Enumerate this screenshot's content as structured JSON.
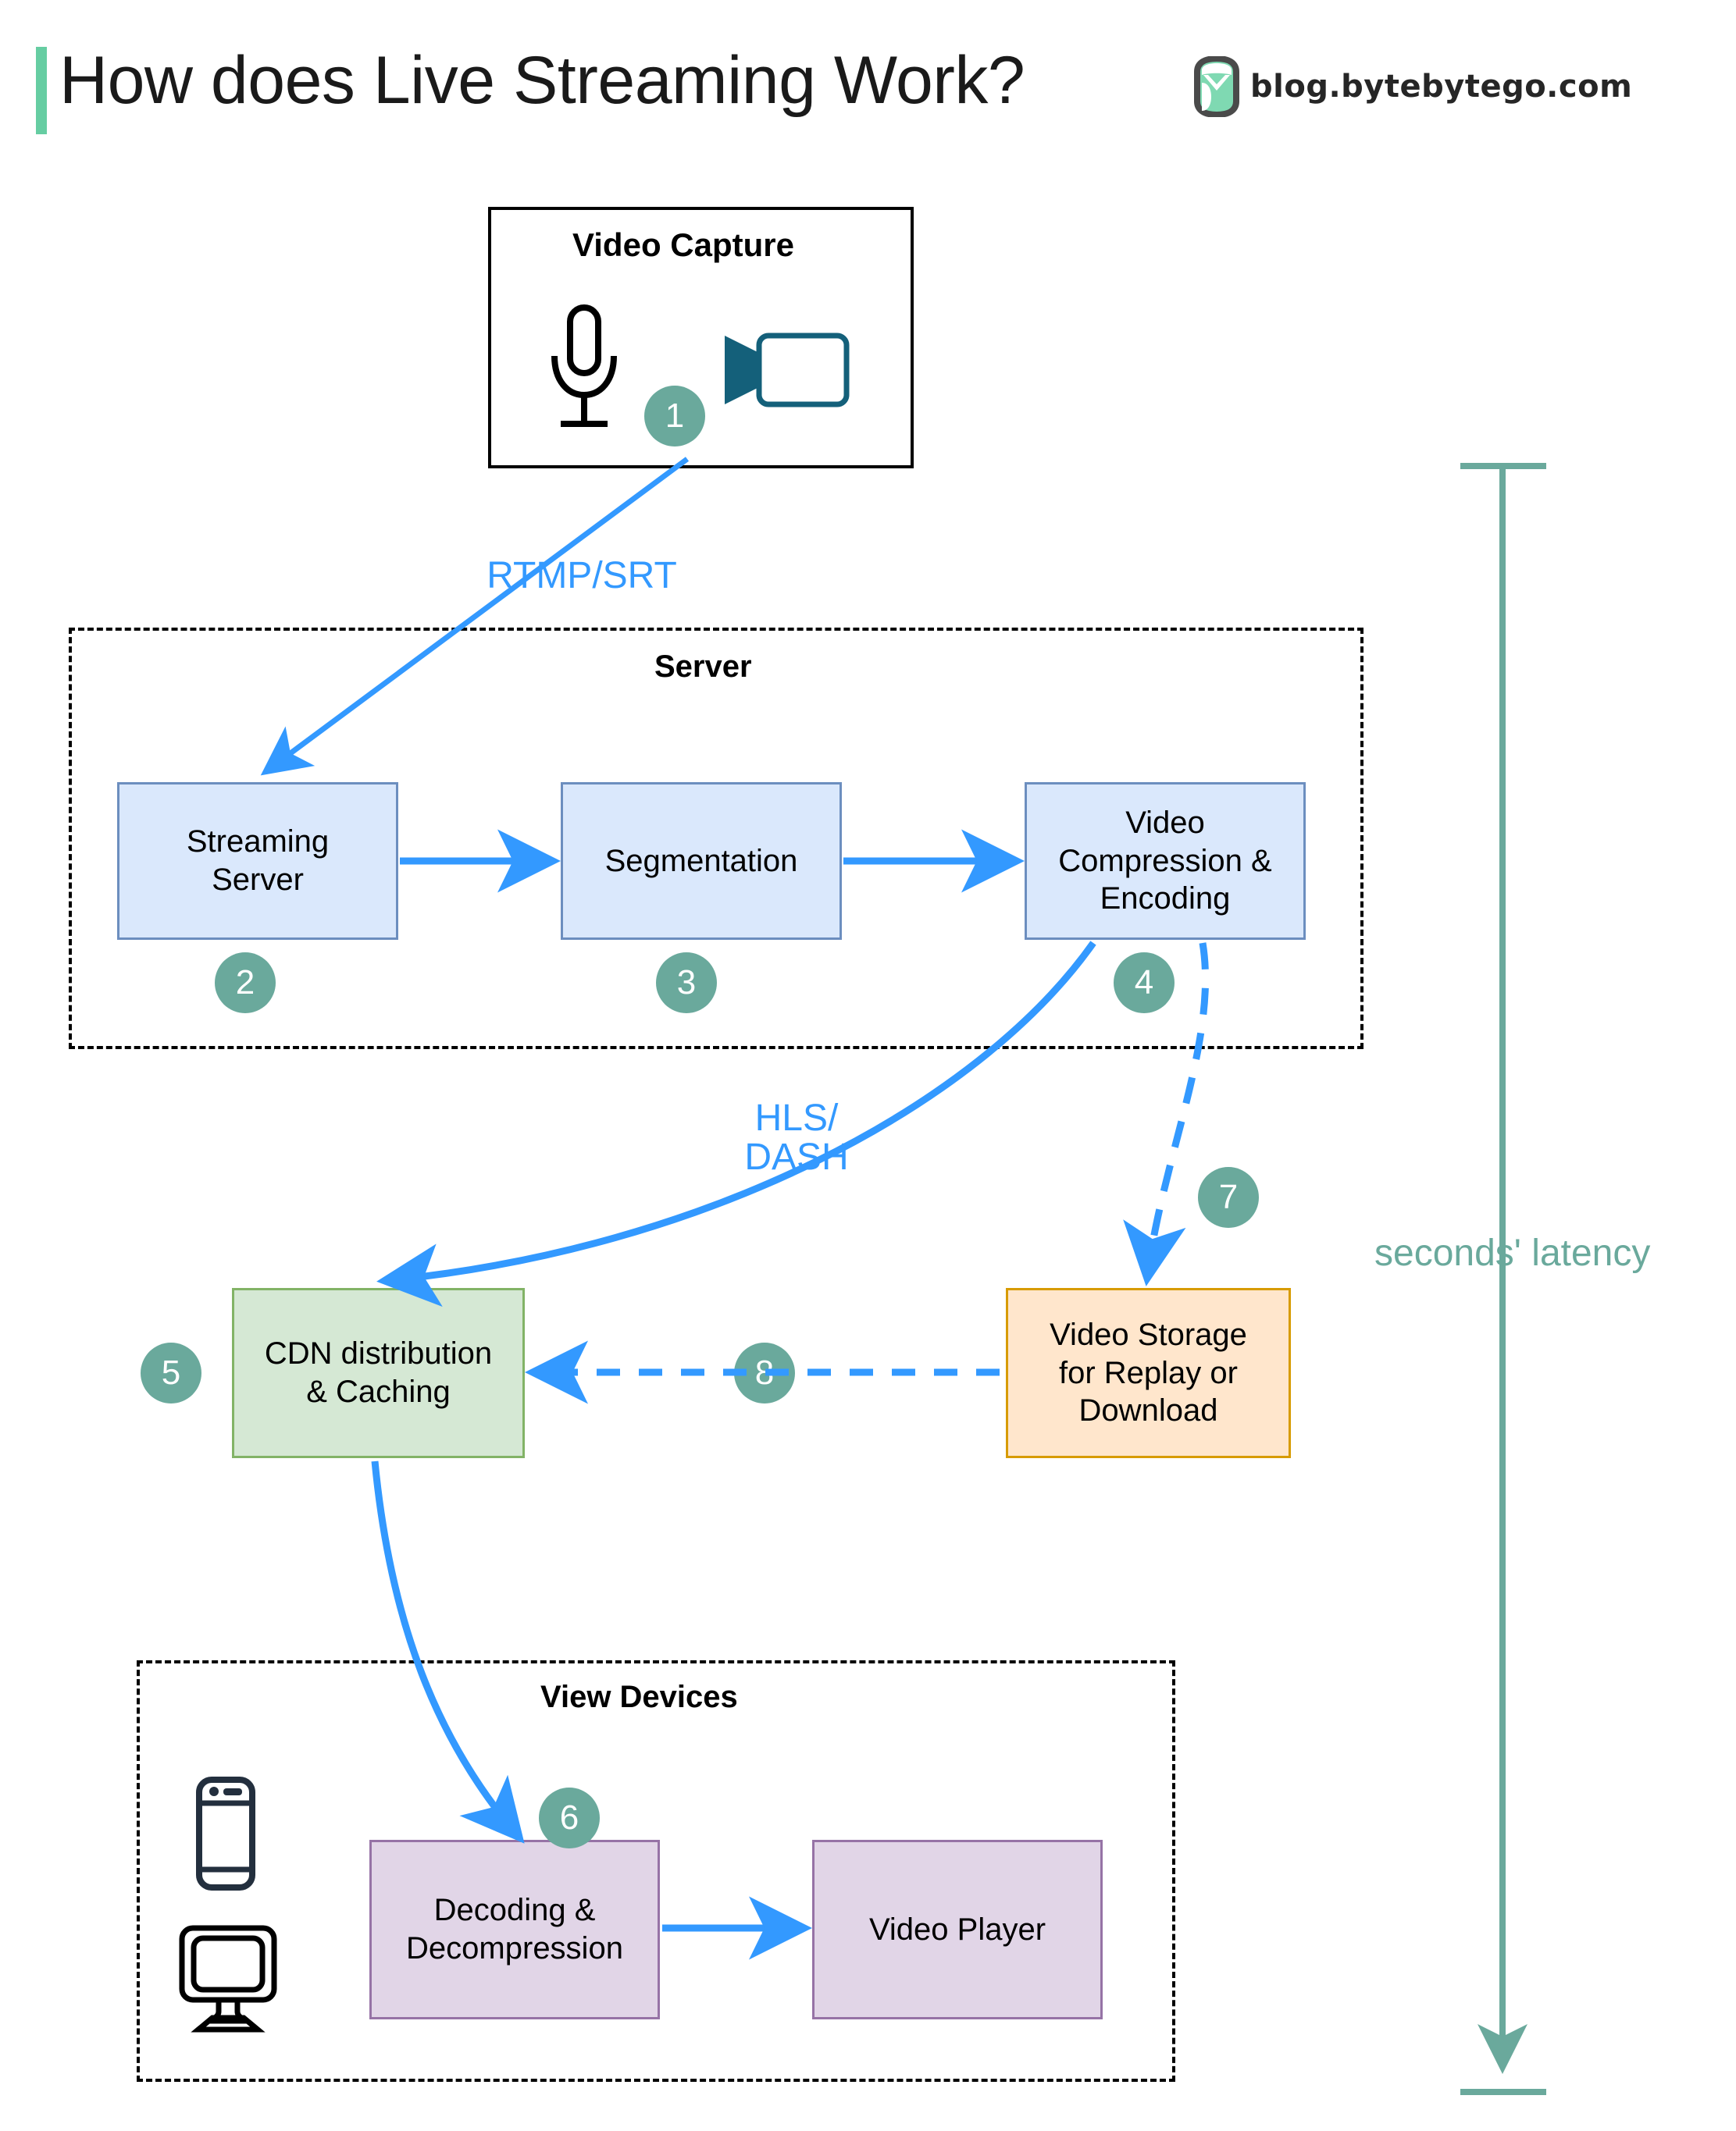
{
  "header": {
    "title": "How does Live Streaming Work?",
    "brand_text": "blog.bytebytego.com",
    "brand_logo_icon": "bytebytego-logo-icon",
    "accent_color": "#66cda2"
  },
  "colors": {
    "badge": "#6aa99c",
    "arrow_blue": "#3399ff",
    "blue_fill": "#dae8fc",
    "blue_stroke": "#6c8ebf",
    "green_fill": "#d5e8d4",
    "green_stroke": "#82b366",
    "orange_fill": "#ffe6cc",
    "orange_stroke": "#d79b00",
    "purple_fill": "#e1d5e7",
    "purple_stroke": "#9673a6",
    "latency_teal": "#6aa99c"
  },
  "capture": {
    "title": "Video Capture",
    "mic_icon": "microphone-icon",
    "camera_icon": "video-camera-icon",
    "badge": "1"
  },
  "server": {
    "title": "Server",
    "nodes": [
      {
        "label": "Streaming\nServer",
        "badge": "2"
      },
      {
        "label": "Segmentation",
        "badge": "3"
      },
      {
        "label": "Video\nCompression &\nEncoding",
        "badge": "4"
      }
    ]
  },
  "cdn": {
    "label": "CDN distribution\n& Caching",
    "badge": "5"
  },
  "storage": {
    "label": "Video Storage\nfor Replay or\nDownload",
    "badge": "7"
  },
  "storage_to_cdn": {
    "badge": "8"
  },
  "view_devices": {
    "title": "View Devices",
    "phone_icon": "mobile-phone-icon",
    "monitor_icon": "desktop-monitor-icon",
    "nodes": [
      {
        "label": "Decoding &\nDecompression",
        "badge": "6"
      },
      {
        "label": "Video Player",
        "badge": ""
      }
    ]
  },
  "edges": {
    "capture_to_server": "RTMP/SRT",
    "encoding_to_cdn": "HLS/\nDASH"
  },
  "latency": {
    "label": "seconds' latency"
  }
}
